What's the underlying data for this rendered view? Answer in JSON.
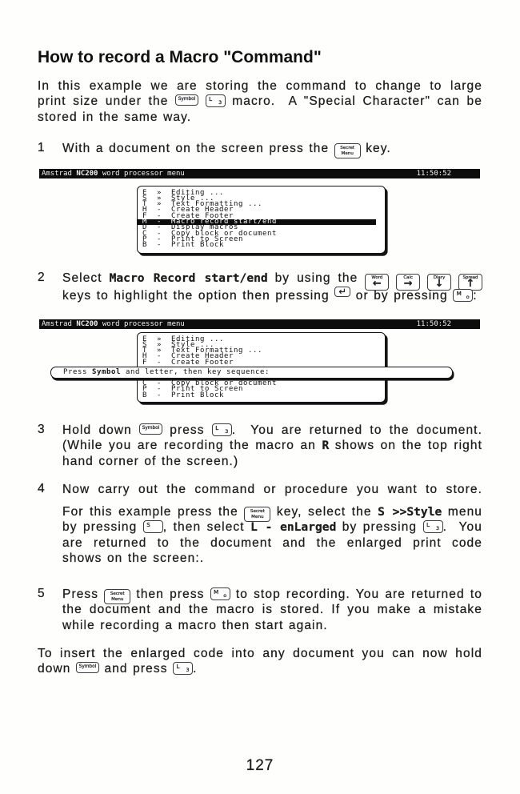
{
  "page": {
    "title": "How to record a Macro \"Command\"",
    "page_number": "127"
  },
  "keys": {
    "symbol": {
      "type": "plain",
      "label": "Symbol"
    },
    "l3": {
      "type": "corner",
      "tl": "L",
      "br": "3"
    },
    "menu": {
      "type": "stack",
      "top": "Secret",
      "bottom": "Menu"
    },
    "word": {
      "type": "arrow",
      "label": "Word",
      "arrow": "←"
    },
    "calc": {
      "type": "arrow",
      "label": "Calc",
      "arrow": "→"
    },
    "diary": {
      "type": "arrow",
      "label": "Diary",
      "arrow": "↓"
    },
    "spread": {
      "type": "arrow",
      "label": "Spread",
      "arrow": "↑"
    },
    "enter": {
      "type": "glyph",
      "glyph": "↵"
    },
    "mo": {
      "type": "corner",
      "tl": "M",
      "br": "o"
    },
    "s": {
      "type": "corner",
      "tl": "S",
      "br": ""
    }
  },
  "intro": {
    "lines": [
      {
        "j": true,
        "segs": [
          {
            "t": "In this example we are storing the command to change to large"
          }
        ]
      },
      {
        "j": true,
        "segs": [
          {
            "t": "print size under the "
          },
          {
            "k": "symbol"
          },
          {
            "t": " "
          },
          {
            "k": "l3"
          },
          {
            "t": " macro.  A \"Special Character\" can be"
          }
        ]
      },
      {
        "j": false,
        "segs": [
          {
            "t": "stored in the same way."
          }
        ]
      }
    ]
  },
  "steps": [
    {
      "number": "1",
      "lines": [
        {
          "j": false,
          "segs": [
            {
              "t": "With a document on the screen press the "
            },
            {
              "k": "menu"
            },
            {
              "t": " key."
            }
          ]
        }
      ]
    },
    {
      "number": "2",
      "lines": [
        {
          "j": true,
          "segs": [
            {
              "t": "Select "
            },
            {
              "b": "Macro Record start/end"
            },
            {
              "t": " by using the "
            },
            {
              "k": "word"
            },
            {
              "t": " "
            },
            {
              "k": "calc"
            },
            {
              "t": " "
            },
            {
              "k": "diary"
            },
            {
              "t": " "
            },
            {
              "k": "spread"
            }
          ]
        },
        {
          "j": false,
          "segs": [
            {
              "t": "keys to highlight the option then pressing "
            },
            {
              "k": "enter"
            },
            {
              "t": " or by pressing "
            },
            {
              "k": "mo"
            },
            {
              "t": ":"
            }
          ]
        }
      ]
    },
    {
      "number": "3",
      "lines": [
        {
          "j": true,
          "segs": [
            {
              "t": "Hold down "
            },
            {
              "k": "symbol"
            },
            {
              "t": " press "
            },
            {
              "k": "l3"
            },
            {
              "t": ".  You are returned to the document."
            }
          ]
        },
        {
          "j": true,
          "segs": [
            {
              "t": "(While you are recording the macro an "
            },
            {
              "b": "R"
            },
            {
              "t": " shows on the top right"
            }
          ]
        },
        {
          "j": false,
          "segs": [
            {
              "t": "hand corner of the screen.)"
            }
          ]
        }
      ]
    },
    {
      "number": "4",
      "lines": [
        {
          "j": true,
          "segs": [
            {
              "t": "Now carry out the command or procedure you want to store."
            }
          ]
        }
      ]
    },
    {
      "number": "5",
      "lines": [
        {
          "j": true,
          "segs": [
            {
              "t": "Press "
            },
            {
              "k": "menu"
            },
            {
              "t": " then press "
            },
            {
              "k": "mo"
            },
            {
              "t": " to stop recording. You are returned to"
            }
          ]
        },
        {
          "j": true,
          "segs": [
            {
              "t": "the document and the macro is stored. If you make a mistake"
            }
          ]
        },
        {
          "j": false,
          "segs": [
            {
              "t": "while recording a macro then start again."
            }
          ]
        }
      ]
    }
  ],
  "step4_body": {
    "lines": [
      {
        "j": true,
        "segs": [
          {
            "t": "For this example press the "
          },
          {
            "k": "menu"
          },
          {
            "t": " key, select the "
          },
          {
            "b": "S >>Style"
          },
          {
            "t": " menu"
          }
        ]
      },
      {
        "j": true,
        "segs": [
          {
            "t": "by pressing "
          },
          {
            "k": "s"
          },
          {
            "t": ", then select "
          },
          {
            "b": "L - enLarged"
          },
          {
            "t": " by pressing "
          },
          {
            "k": "l3"
          },
          {
            "t": ".  You"
          }
        ]
      },
      {
        "j": true,
        "segs": [
          {
            "t": "are returned to the document and the enlarged print code"
          }
        ]
      },
      {
        "j": false,
        "segs": [
          {
            "t": "shows on the screen:."
          }
        ]
      }
    ]
  },
  "closing": {
    "lines": [
      {
        "j": true,
        "segs": [
          {
            "t": "To insert the enlarged code into any document you can now hold"
          }
        ]
      },
      {
        "j": false,
        "segs": [
          {
            "t": "down "
          },
          {
            "k": "symbol"
          },
          {
            "t": " and press "
          },
          {
            "k": "l3"
          },
          {
            "t": "."
          }
        ]
      }
    ]
  },
  "screen": {
    "bar_left_prefix": "Amstrad ",
    "bar_model": "NC200",
    "bar_left_suffix": " word processor menu",
    "bar_time": "11:50:52",
    "menu_items": [
      {
        "key": "E",
        "sep": "»",
        "label": "Editing ...",
        "highlight": false
      },
      {
        "key": "S",
        "sep": "»",
        "label": "Style ...",
        "highlight": false
      },
      {
        "key": "T",
        "sep": "»",
        "label": "Text Formatting ...",
        "highlight": false
      },
      {
        "key": "H",
        "sep": "-",
        "label": "Create Header",
        "highlight": false
      },
      {
        "key": "F",
        "sep": "-",
        "label": "Create Footer",
        "highlight": false
      },
      {
        "key": "M",
        "sep": "-",
        "label": "Macro record start/end",
        "highlight": true
      },
      {
        "key": "D",
        "sep": "-",
        "label": "Display macros",
        "highlight": false
      },
      {
        "key": "C",
        "sep": "-",
        "label": "Copy block or document",
        "highlight": false
      },
      {
        "key": "P",
        "sep": "-",
        "label": "Print to Screen",
        "highlight": false
      },
      {
        "key": "B",
        "sep": "-",
        "label": "Print Block",
        "highlight": false
      }
    ],
    "popup_pre": "Press ",
    "popup_bold": "Symbol",
    "popup_post": " and letter, then key sequence:"
  }
}
